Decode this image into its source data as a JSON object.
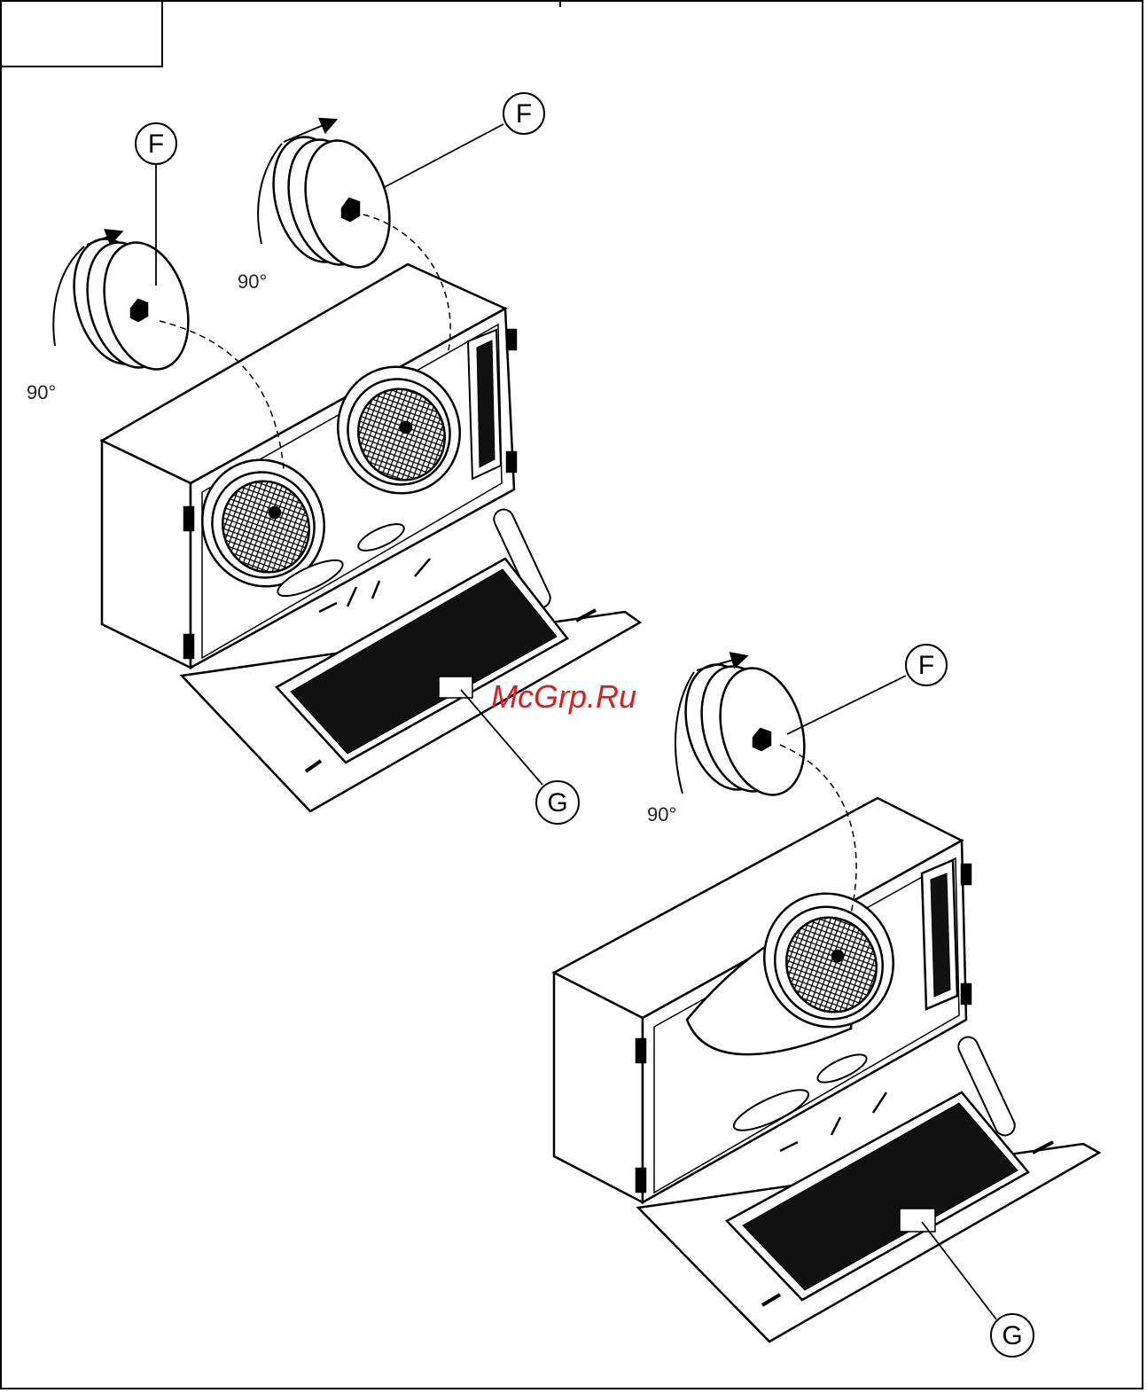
{
  "callouts": {
    "f_top_left": "F",
    "f_top_mid": "F",
    "f_bottom_right": "F",
    "g_left": "G",
    "g_right": "G"
  },
  "angles": {
    "left_filter": "90°",
    "mid_filter": "90°",
    "right_filter": "90°"
  },
  "watermark": "McGrp.Ru"
}
